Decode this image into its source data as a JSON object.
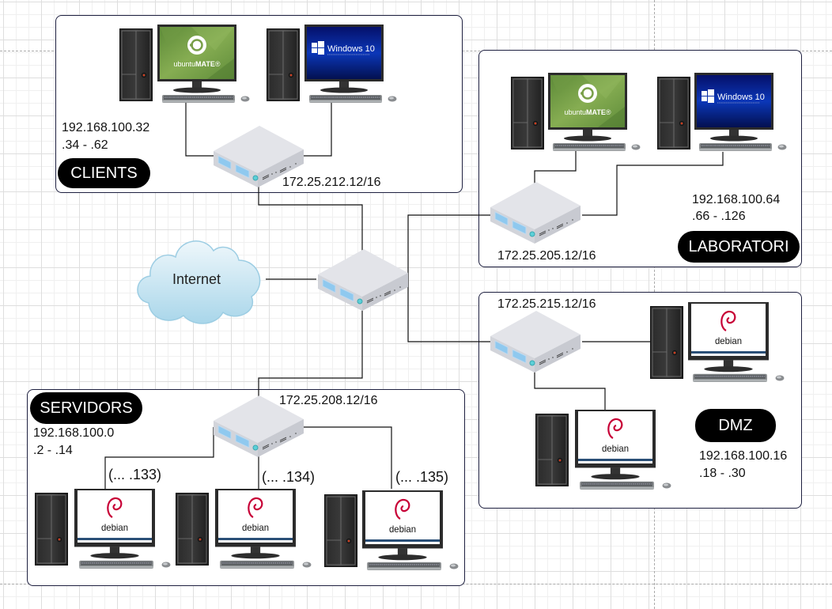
{
  "diagram": {
    "title": "Network topology",
    "internet_label": "Internet",
    "groups": {
      "clients": {
        "label": "CLIENTS",
        "network": "192.168.100.32",
        "range": ".34 - .62",
        "switch_ip": "172.25.212.12/16",
        "hosts": [
          {
            "os": "ubuntu MATE",
            "screen_text": "ubuntuMATE®"
          },
          {
            "os": "Windows 10",
            "screen_text": "Windows 10"
          }
        ]
      },
      "laboratori": {
        "label": "LABORATORI",
        "network": "192.168.100.64",
        "range": ".66 - .126",
        "switch_ip": "172.25.205.12/16",
        "hosts": [
          {
            "os": "ubuntu MATE",
            "screen_text": "ubuntuMATE®"
          },
          {
            "os": "Windows 10",
            "screen_text": "Windows 10"
          }
        ]
      },
      "dmz": {
        "label": "DMZ",
        "network": "192.168.100.16",
        "range": ".18 - .30",
        "switch_ip": "172.25.215.12/16",
        "hosts": [
          {
            "os": "debian",
            "screen_text": "debian"
          },
          {
            "os": "debian",
            "screen_text": "debian"
          }
        ]
      },
      "servidors": {
        "label": "SERVIDORS",
        "network": "192.168.100.0",
        "range": ".2 - .14",
        "switch_ip": "172.25.208.12/16",
        "hosts": [
          {
            "os": "debian",
            "screen_text": "debian",
            "address": "(... .133)"
          },
          {
            "os": "debian",
            "screen_text": "debian",
            "address": "(... .134)"
          },
          {
            "os": "debian",
            "screen_text": "debian",
            "address": "(... .135)"
          }
        ]
      }
    },
    "colors": {
      "group_border": "#1e2040",
      "pill_bg": "#000000",
      "pill_text": "#ffffff",
      "wire": "#111111",
      "ubuntu_green": "#7aa04a",
      "windows_blue": "#0a2a9a",
      "debian_red": "#c70036",
      "switch_body": "#e2e3e8",
      "switch_port": "#8fc9ef",
      "cloud": "#bfe0f0"
    }
  }
}
